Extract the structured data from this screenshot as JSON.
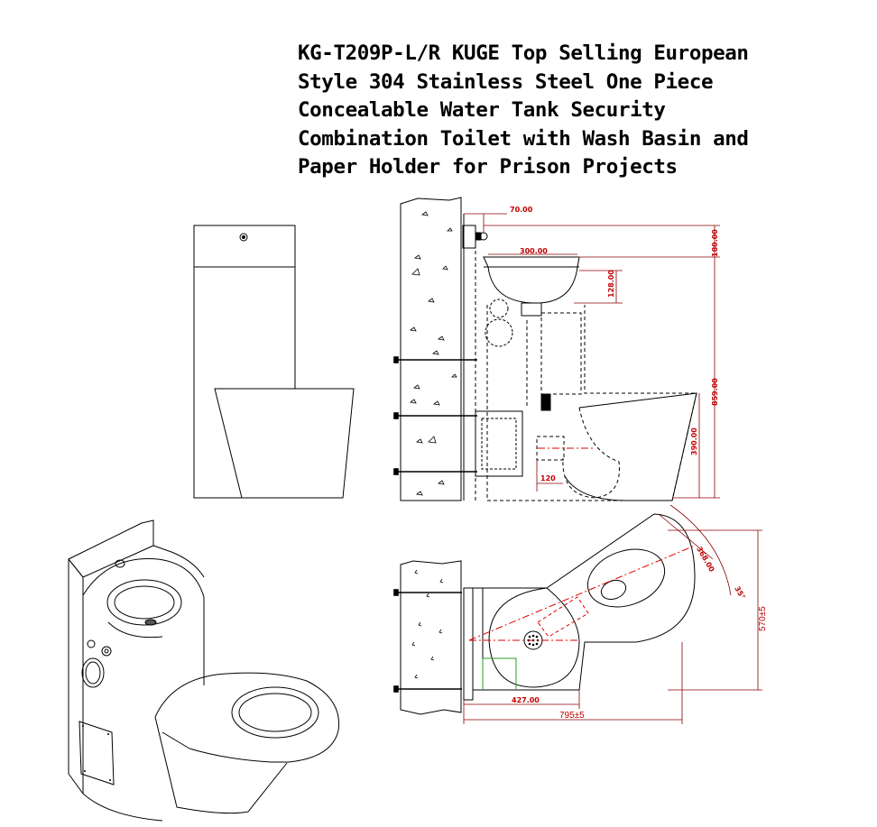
{
  "title_lines": [
    "KG-T209P-L/R KUGE Top Selling European",
    "Style 304 Stainless Steel One Piece",
    "Concealable Water Tank Security",
    "Combination Toilet with Wash Basin and",
    "Paper Holder for Prison Projects"
  ],
  "dimensions": {
    "side_wall_offset": "70.00",
    "basin_width": "300.00",
    "top_to_basin": "180.00",
    "basin_depth": "128.00",
    "total_height": "859.00",
    "seat_height": "390.00",
    "outlet_height": "120",
    "plan_radius": "368.00",
    "plan_angle": "35°",
    "plan_width": "570±5",
    "plan_basin_offset": "427.00",
    "plan_length": "795±5"
  },
  "colors": {
    "line": "#000000",
    "dimension": "#c00000",
    "dim_line": "#8b0000",
    "centerline": "#e00000",
    "pipe": "#2a9d2a"
  }
}
